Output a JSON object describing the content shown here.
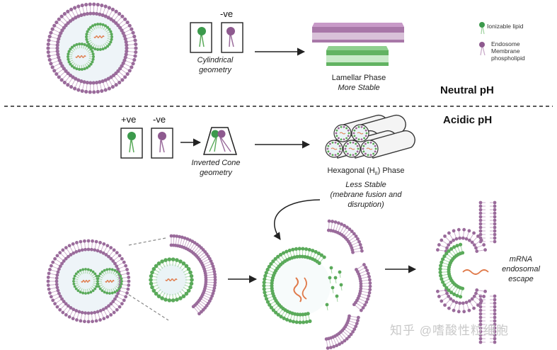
{
  "legend": {
    "ionizable_lipid": "Ionizable lipid",
    "endosome_phospholipid": "Endosome\nMembrane\nphospholipid"
  },
  "neutral": {
    "charge_label": "-ve",
    "geometry_line1": "Cylindrical",
    "geometry_line2": "geometry",
    "phase_name": "Lamellar  Phase",
    "phase_stability": "More Stable",
    "condition": "Neutral pH"
  },
  "acidic": {
    "condition": "Acidic pH",
    "charge_pos": "+ve",
    "charge_neg": "-ve",
    "geometry_line1": "Inverted Cone",
    "geometry_line2": "geometry",
    "phase_name": "Hexagonal (H",
    "phase_sub": "II",
    "phase_suffix": ") Phase",
    "stability_line1": "Less Stable",
    "stability_line2": "(mebrane fusion and",
    "stability_line3": "disruption)"
  },
  "escape": {
    "line1": "mRNA",
    "line2": "endosomal",
    "line3": "escape"
  },
  "watermark": "知乎 @嗜酸性粒细胞",
  "colors": {
    "green_head": "#5aaa5a",
    "green_tail": "#9fd39f",
    "purple_head": "#9a6b9b",
    "purple_tail": "#c8a8c8",
    "mrna": "#e07a4a",
    "core": "#eaf3f6",
    "arrow": "#222222"
  }
}
